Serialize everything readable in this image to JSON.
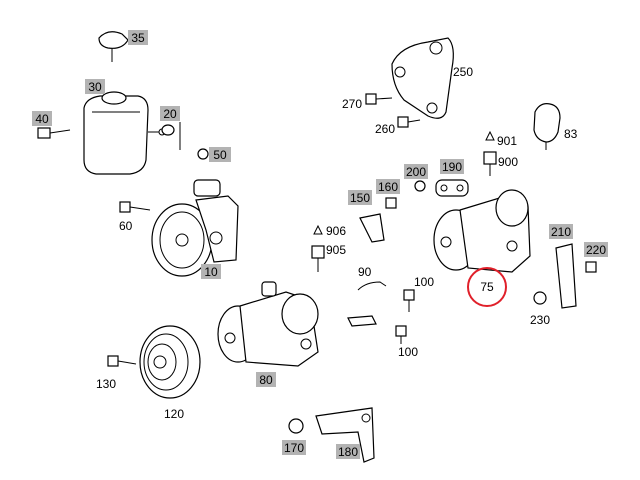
{
  "callouts_boxed": [
    "35",
    "30",
    "20",
    "40",
    "50",
    "10",
    "190",
    "200",
    "160",
    "150",
    "80",
    "210",
    "220",
    "170",
    "180"
  ],
  "labels_plain": [
    "250",
    "270",
    "260",
    "83",
    "901",
    "900",
    "60",
    "906",
    "905",
    "90",
    "100",
    "100",
    "130",
    "120",
    "230"
  ],
  "highlighted_label": "75",
  "colors": {
    "callout_box": "#b3b3b3",
    "highlight_ring": "#e0202a",
    "line_art": "#000000"
  }
}
